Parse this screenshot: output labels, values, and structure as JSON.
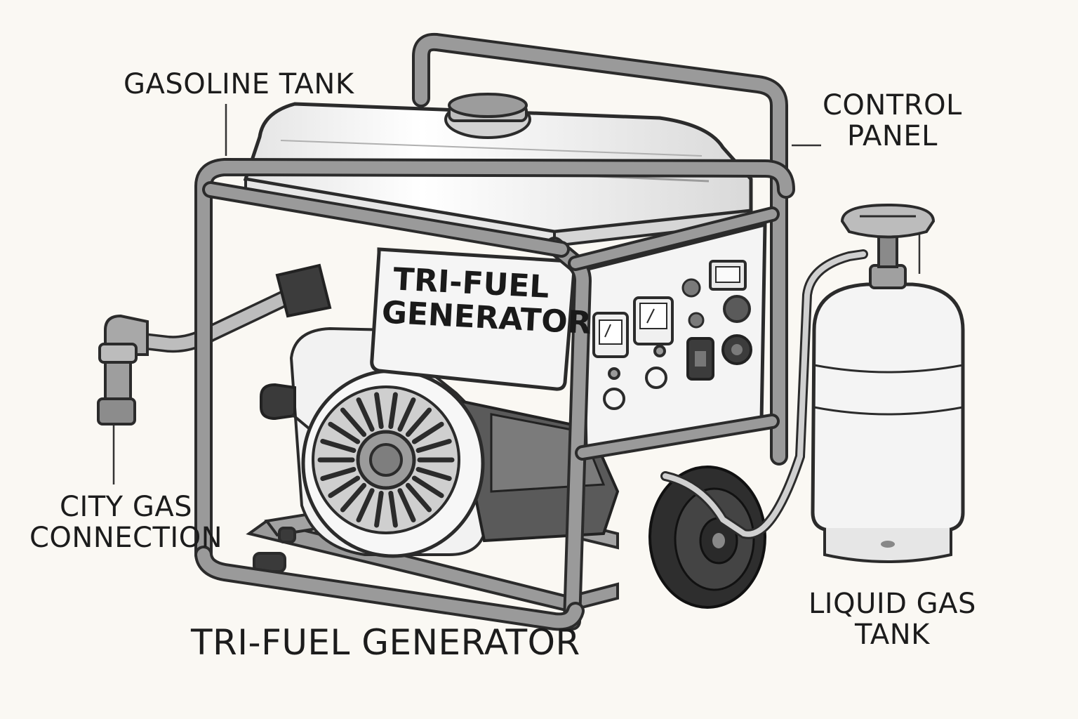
{
  "labels": {
    "gasoline_tank": "GASOLINE TANK",
    "control_panel": [
      "CONTROL",
      "PANEL"
    ],
    "city_gas": [
      "CITY GAS",
      "CONNECTION"
    ],
    "liquid_gas": [
      "LIQUID GAS",
      "TANK"
    ],
    "main_title": "TRI-FUEL GENERATOR"
  },
  "nameplate": [
    "TRI-FUEL",
    "GENERATOR"
  ],
  "colors": {
    "background": "#faf8f3",
    "ink": "#2b2b2b",
    "frame": "#8f8f8f",
    "tank_fill": "#ffffff",
    "engine_fill": "#ececec",
    "dark_parts": "#4a4a4a",
    "tire": "#2e2e2e"
  }
}
